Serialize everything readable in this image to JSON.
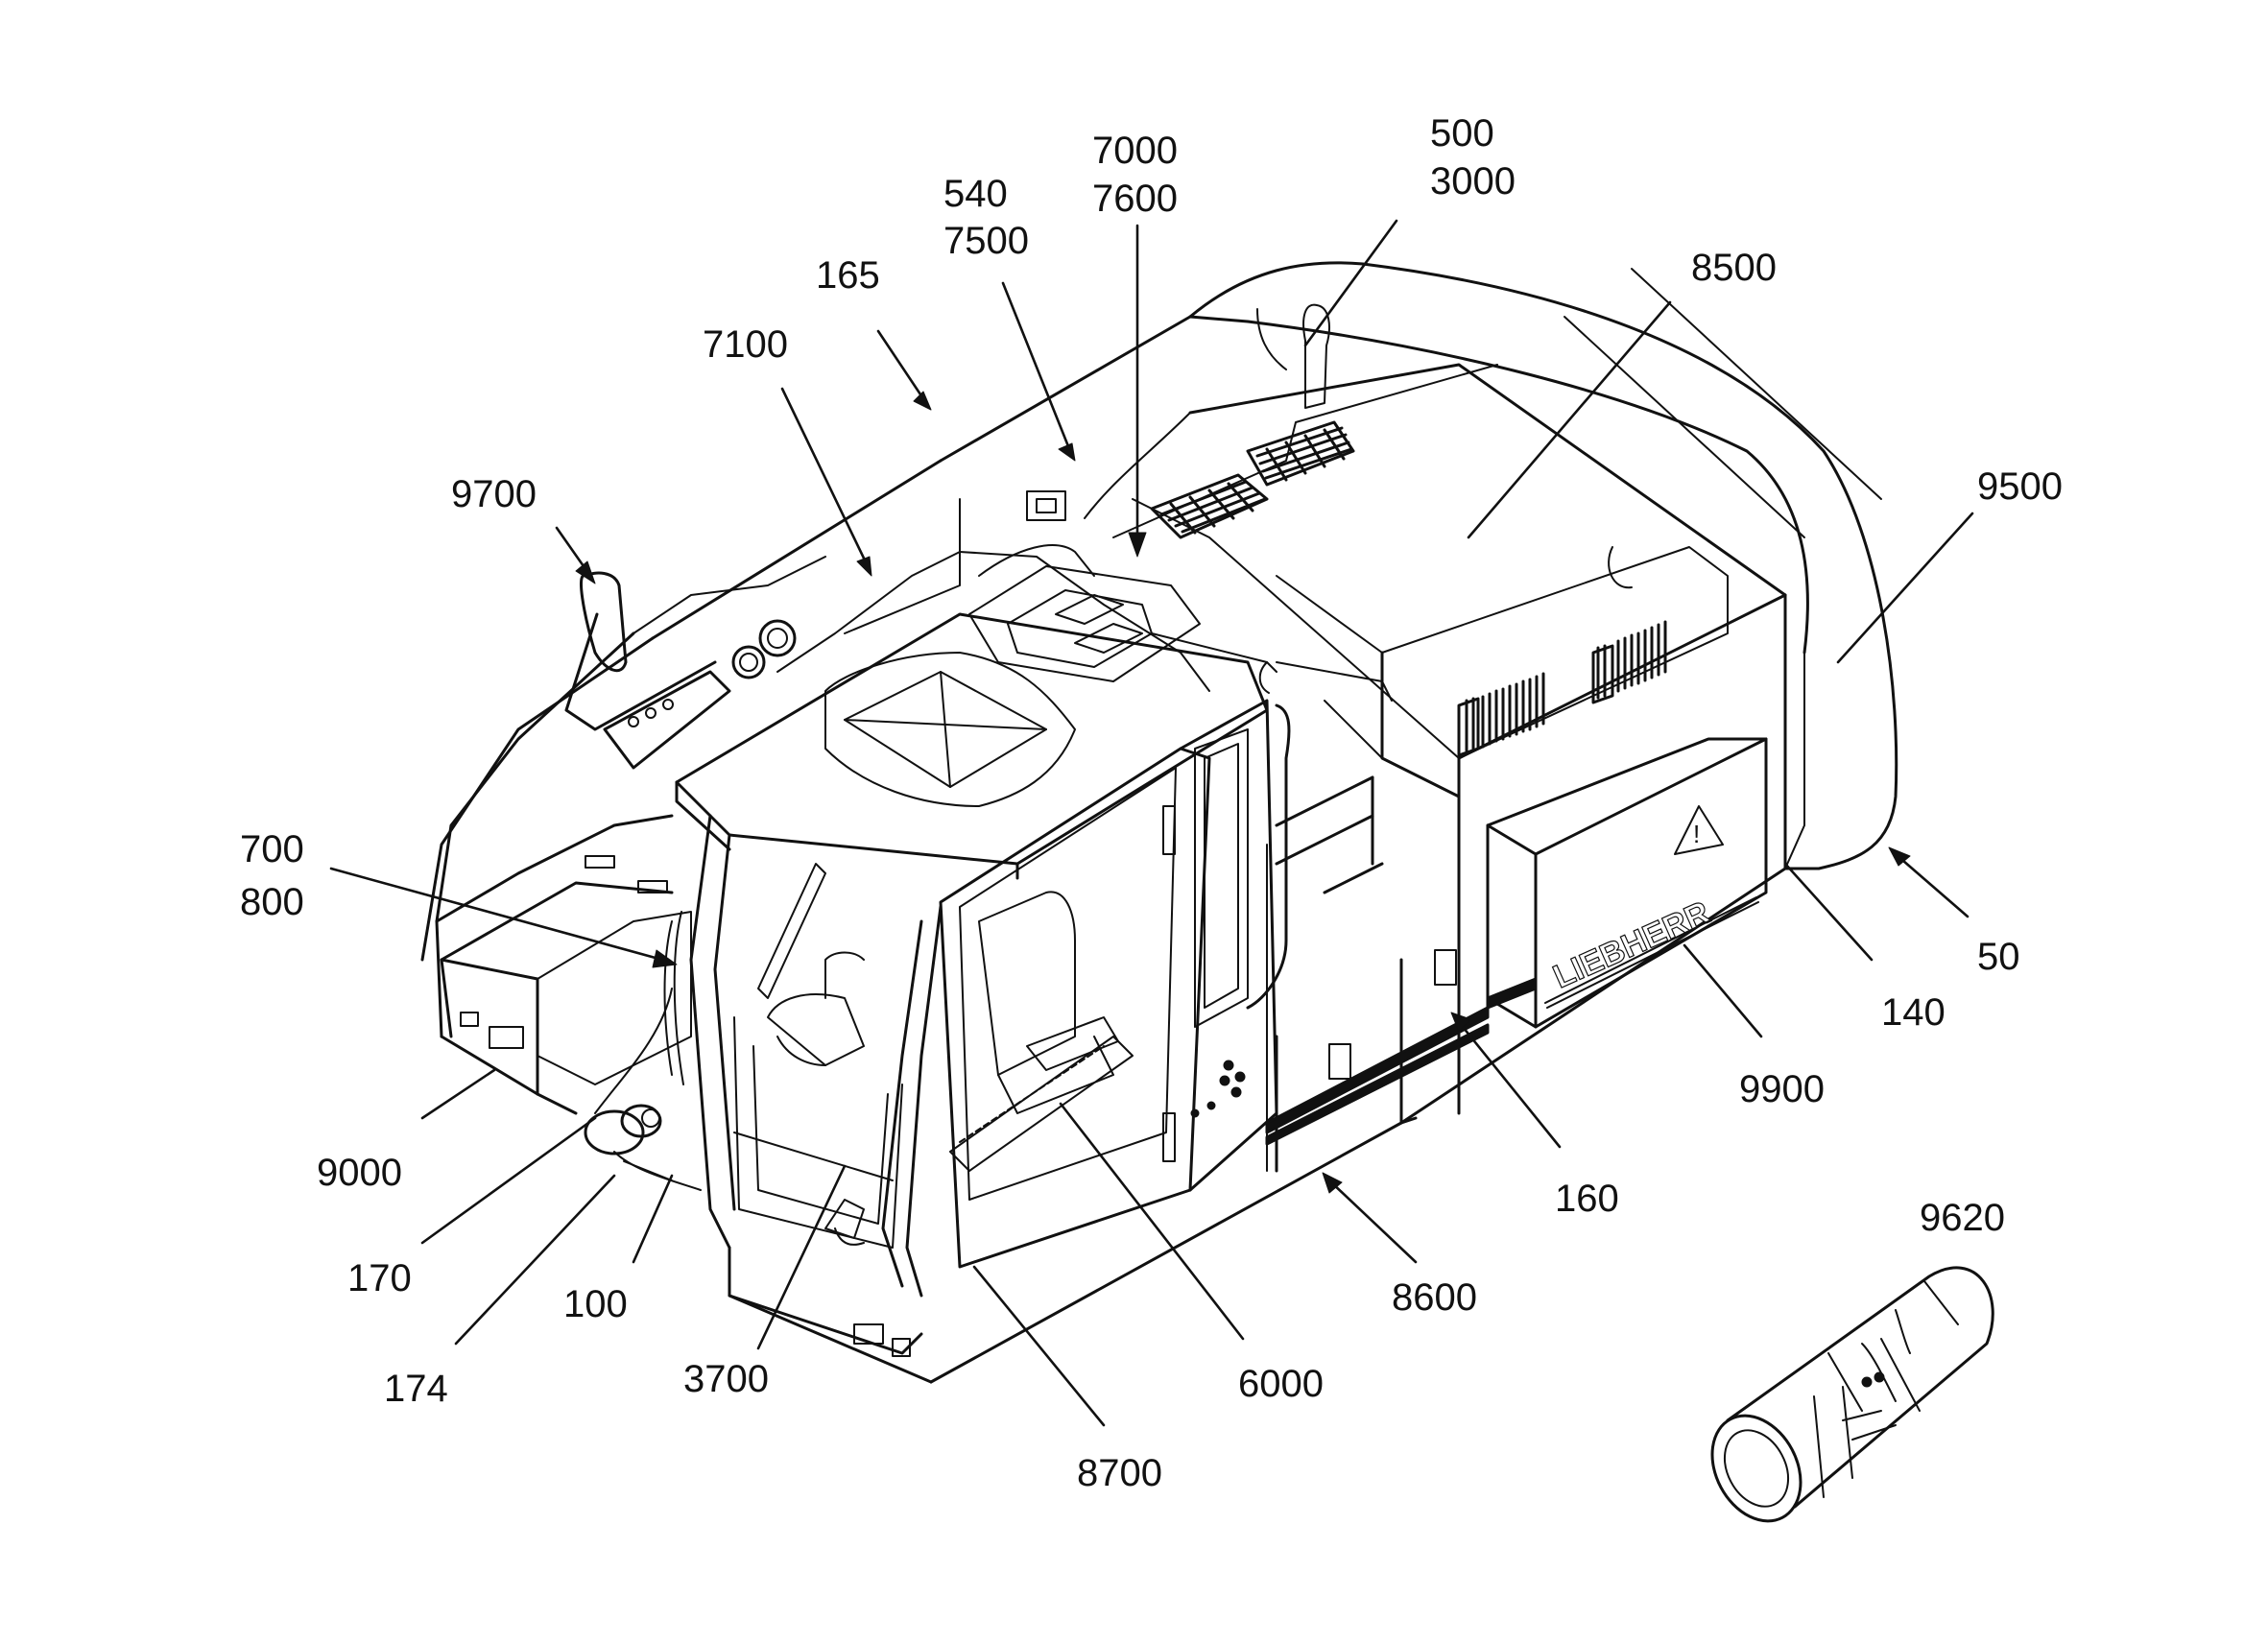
{
  "brand": "LIEBHERR",
  "callouts": {
    "c9700": "9700",
    "c7100": "7100",
    "c165": "165",
    "c540": "540",
    "c7500": "7500",
    "c7000": "7000",
    "c7600": "7600",
    "c500": "500",
    "c3000": "3000",
    "c8500": "8500",
    "c9500": "9500",
    "c700": "700",
    "c800": "800",
    "c50": "50",
    "c140": "140",
    "c9900": "9900",
    "c160": "160",
    "c9000": "9000",
    "c170": "170",
    "c174": "174",
    "c100": "100",
    "c3700": "3700",
    "c6000": "6000",
    "c8600": "8600",
    "c8700": "8700",
    "c9620": "9620"
  }
}
